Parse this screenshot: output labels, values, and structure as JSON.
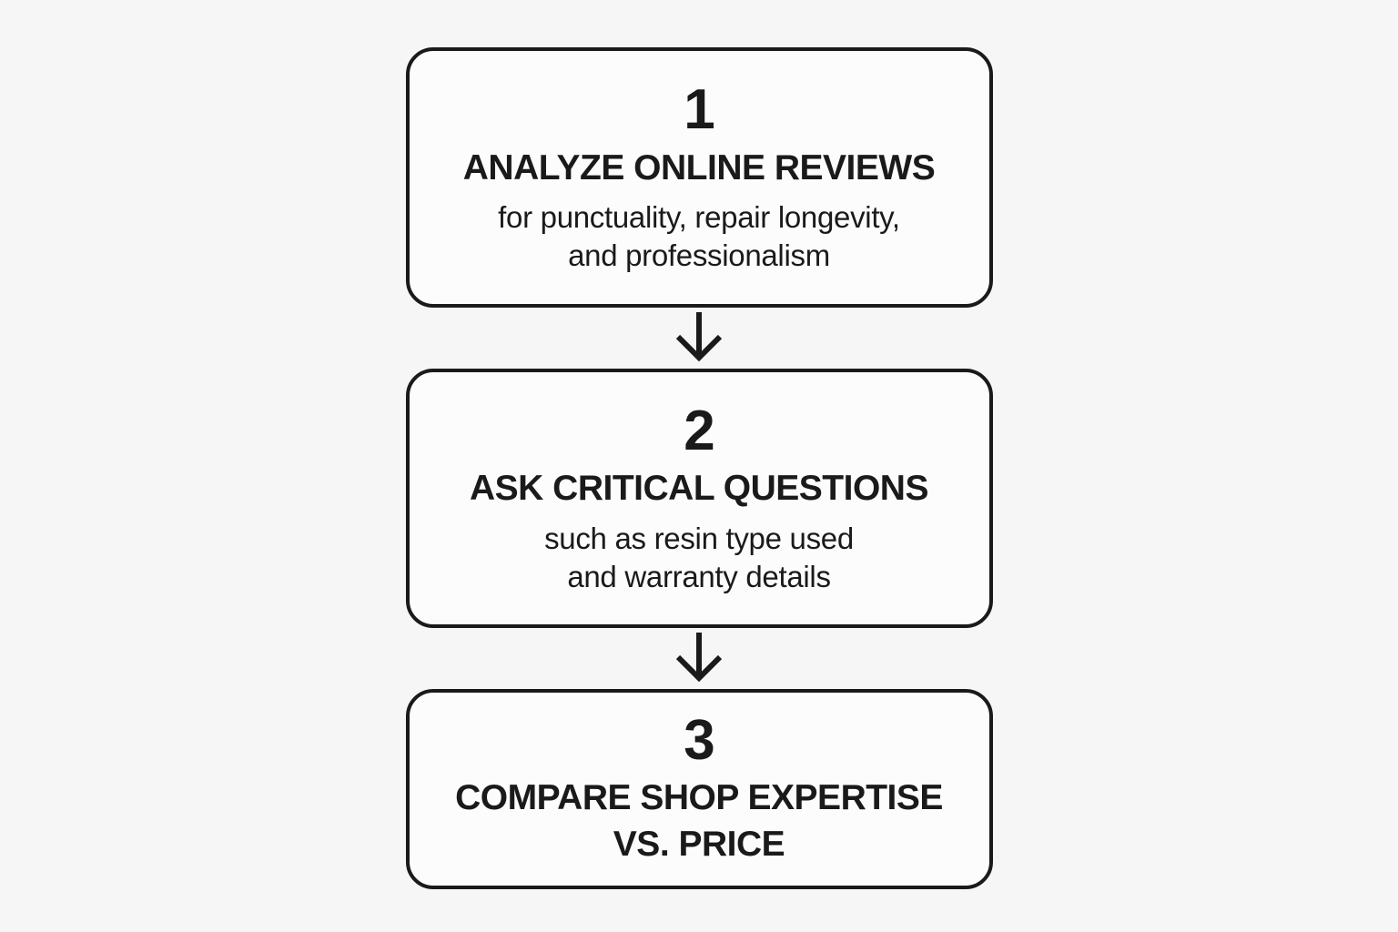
{
  "page": {
    "background": "#f6f6f6",
    "box_background": "#fcfcfc",
    "line_color": "#1a1a1a"
  },
  "steps": [
    {
      "number": "1",
      "title_lines": [
        "ANALYZE ONLINE REVIEWS"
      ],
      "description_lines": [
        "for punctuality, repair longevity,",
        "and professionalism"
      ]
    },
    {
      "number": "2",
      "title_lines": [
        "ASK CRITICAL QUESTIONS"
      ],
      "description_lines": [
        "such as resin type used",
        "and warranty details"
      ]
    },
    {
      "number": "3",
      "title_lines": [
        "COMPARE SHOP EXPERTISE",
        "VS. PRICE"
      ],
      "description_lines": []
    }
  ]
}
